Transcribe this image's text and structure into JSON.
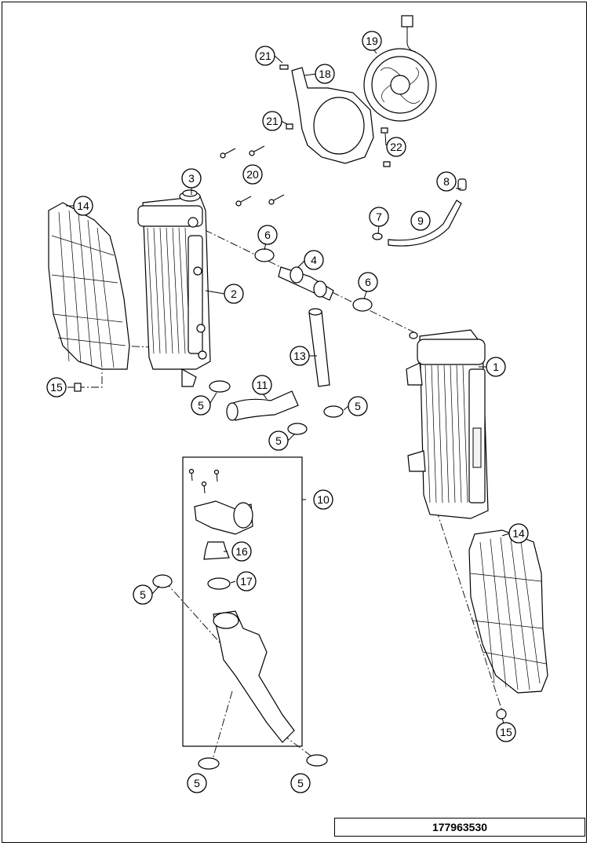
{
  "callouts": [
    {
      "id": "c1",
      "label": "1"
    },
    {
      "id": "c2",
      "label": "2"
    },
    {
      "id": "c3",
      "label": "3"
    },
    {
      "id": "c4",
      "label": "4"
    },
    {
      "id": "c5a",
      "label": "5"
    },
    {
      "id": "c5b",
      "label": "5"
    },
    {
      "id": "c5c",
      "label": "5"
    },
    {
      "id": "c5d",
      "label": "5"
    },
    {
      "id": "c5e",
      "label": "5"
    },
    {
      "id": "c5f",
      "label": "5"
    },
    {
      "id": "c6a",
      "label": "6"
    },
    {
      "id": "c6b",
      "label": "6"
    },
    {
      "id": "c7",
      "label": "7"
    },
    {
      "id": "c8",
      "label": "8"
    },
    {
      "id": "c9",
      "label": "9"
    },
    {
      "id": "c10",
      "label": "10"
    },
    {
      "id": "c11",
      "label": "11"
    },
    {
      "id": "c13",
      "label": "13"
    },
    {
      "id": "c14a",
      "label": "14"
    },
    {
      "id": "c14b",
      "label": "14"
    },
    {
      "id": "c15a",
      "label": "15"
    },
    {
      "id": "c15b",
      "label": "15"
    },
    {
      "id": "c16",
      "label": "16"
    },
    {
      "id": "c17",
      "label": "17"
    },
    {
      "id": "c18",
      "label": "18"
    },
    {
      "id": "c19",
      "label": "19"
    },
    {
      "id": "c20",
      "label": "20"
    },
    {
      "id": "c21a",
      "label": "21"
    },
    {
      "id": "c21b",
      "label": "21"
    },
    {
      "id": "c22",
      "label": "22"
    }
  ],
  "document_number": "177963530"
}
